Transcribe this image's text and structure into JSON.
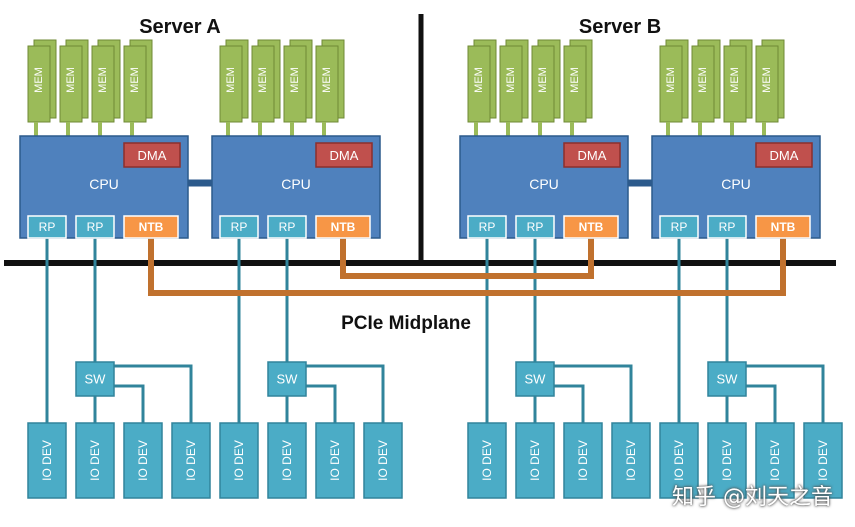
{
  "titles": {
    "server_a": "Server A",
    "server_b": "Server B",
    "midplane": "PCIe Midplane"
  },
  "labels": {
    "mem": "MEM",
    "dma": "DMA",
    "cpu": "CPU",
    "rp": "RP",
    "ntb": "NTB",
    "sw": "SW",
    "io_dev": "IO DEV"
  },
  "watermark": "知乎 @刘天之音",
  "colors": {
    "mem_fill": "#9bbb59",
    "mem_stroke": "#6f8a35",
    "cpu_fill": "#4f81bd",
    "cpu_stroke": "#2c5a8c",
    "dma_fill": "#c0504d",
    "dma_stroke": "#8c2f2d",
    "rp_fill": "#4bacc6",
    "rp_stroke": "#ffffff",
    "ntb_fill": "#f79646",
    "ntb_stroke": "#ffffff",
    "sw_fill": "#4bacc6",
    "io_fill": "#4bacc6",
    "io_stroke": "#31849b",
    "link_teal": "#31849b",
    "link_orange": "#c0712e",
    "divider": "#111111"
  }
}
